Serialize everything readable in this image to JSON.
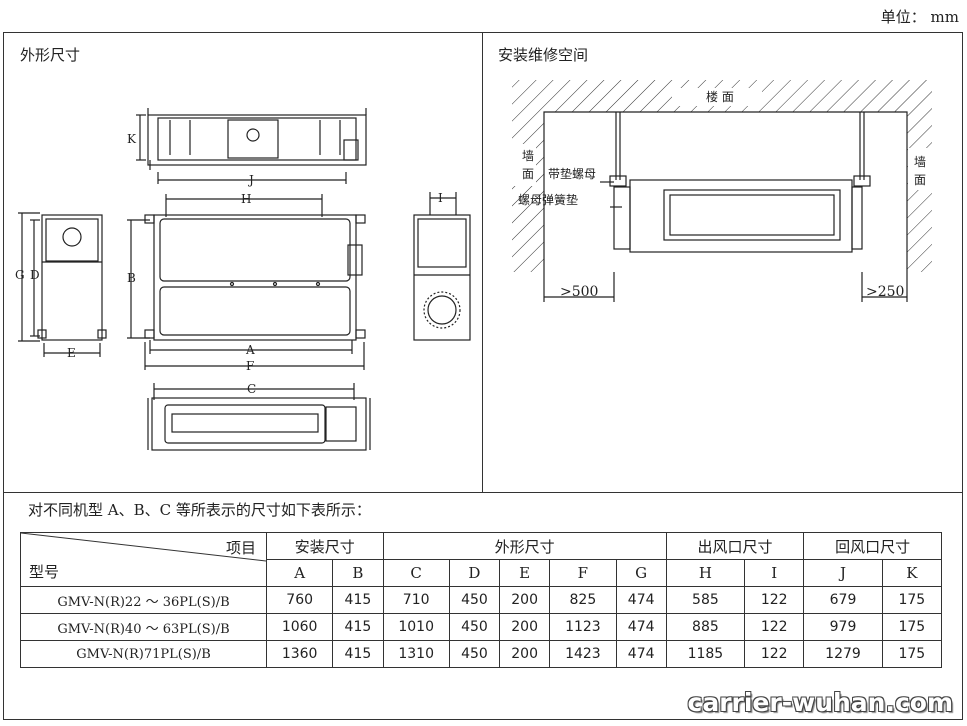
{
  "unit_label": "单位： mm",
  "left_panel": {
    "title": "外形尺寸",
    "dim_letters": {
      "k": "K",
      "j": "J",
      "h": "H",
      "i": "I",
      "g": "G",
      "d": "D",
      "b": "B",
      "e": "E",
      "a": "A",
      "f": "F",
      "c": "C"
    }
  },
  "right_panel": {
    "title": "安装维修空间",
    "floor_label": "楼 面",
    "wall_left_1": "墙",
    "wall_left_2": "面",
    "wall_right_1": "墙",
    "wall_right_2": "面",
    "nut_label": "带垫螺母",
    "spring_label": "螺母弹簧垫",
    "left_clear": ">500",
    "right_clear": ">250"
  },
  "note": "对不同机型 A、B、C 等所表示的尺寸如下表所示：",
  "table": {
    "corner_top": "项目",
    "corner_bottom": "型号",
    "groups": [
      "安装尺寸",
      "外形尺寸",
      "出风口尺寸",
      "回风口尺寸"
    ],
    "columns": [
      "A",
      "B",
      "C",
      "D",
      "E",
      "F",
      "G",
      "H",
      "I",
      "J",
      "K"
    ],
    "rows": [
      {
        "model": "GMV-N(R)22 ～ 36PL(S)/B",
        "values": [
          "760",
          "415",
          "710",
          "450",
          "200",
          "825",
          "474",
          "585",
          "122",
          "679",
          "175"
        ]
      },
      {
        "model": "GMV-N(R)40 ～ 63PL(S)/B",
        "values": [
          "1060",
          "415",
          "1010",
          "450",
          "200",
          "1123",
          "474",
          "885",
          "122",
          "979",
          "175"
        ]
      },
      {
        "model": "GMV-N(R)71PL(S)/B",
        "values": [
          "1360",
          "415",
          "1310",
          "450",
          "200",
          "1423",
          "474",
          "1185",
          "122",
          "1279",
          "175"
        ]
      }
    ]
  },
  "watermark": "carrier-wuhan.com"
}
